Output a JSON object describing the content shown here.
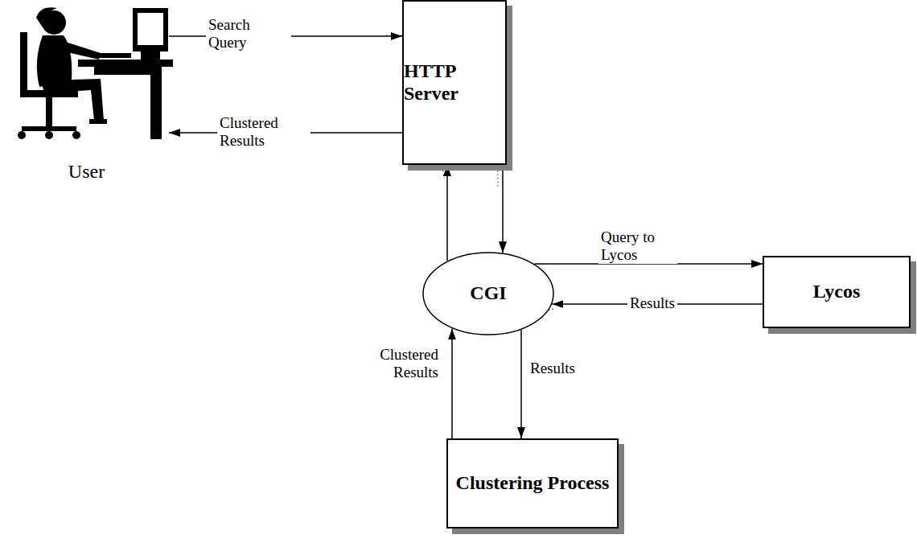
{
  "diagram": {
    "nodes": [
      {
        "text": [
          "User"
        ]
      },
      {
        "text": [
          "HTTP Server"
        ]
      },
      {
        "text": [
          "CGI"
        ]
      },
      {
        "text": [
          "Lycos"
        ]
      },
      {
        "text": [
          "Clustering Process"
        ]
      }
    ],
    "edges": [
      {
        "from": 0,
        "to": 1,
        "label": "Search Query",
        "arrow": "to"
      },
      {
        "from": 1,
        "to": 0,
        "label": "Clustered Results",
        "arrow": "to"
      },
      {
        "from": 1,
        "to": 2,
        "arrow": "to"
      },
      {
        "from": 2,
        "to": 1,
        "arrow": "to"
      },
      {
        "from": 2,
        "to": 3,
        "label": "Query to Lycos",
        "arrow": "to"
      },
      {
        "from": 3,
        "to": 2,
        "label": "Results",
        "arrow": "to"
      },
      {
        "from": 2,
        "to": 4,
        "label": "Results",
        "arrow": "to"
      },
      {
        "from": 4,
        "to": 2,
        "label": "Clustered Results",
        "arrow": "to"
      }
    ]
  }
}
